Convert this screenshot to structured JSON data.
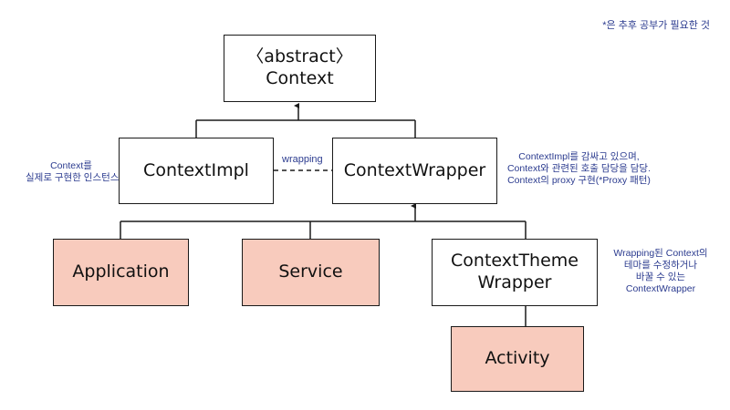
{
  "footnote": "*은 추후 공부가 필요한 것",
  "nodes": {
    "context": {
      "line1": "〈abstract〉",
      "line2": "Context"
    },
    "context_impl": {
      "label": "ContextImpl"
    },
    "context_wrapper": {
      "label": "ContextWrapper"
    },
    "application": {
      "label": "Application"
    },
    "service": {
      "label": "Service"
    },
    "context_theme_wrapper": {
      "line1": "ContextTheme",
      "line2": "Wrapper"
    },
    "activity": {
      "label": "Activity"
    }
  },
  "edge_labels": {
    "wrapping": "wrapping"
  },
  "notes": {
    "impl": [
      "Context를",
      "실제로 구현한 인스턴스"
    ],
    "wrapper": [
      "ContextImpl를 감싸고 있으며,",
      "Context와 관련된 호출 담당을 담당.",
      "Context의 proxy 구현(*Proxy 패턴)"
    ],
    "theme": [
      "Wrapping된 Context의",
      "테마를 수정하거나",
      "바꿀 수 있는",
      "ContextWrapper"
    ]
  },
  "colors": {
    "highlight_fill": "#f8cbbd",
    "note_text": "#2b3b8f",
    "border": "#1a1a1a"
  }
}
